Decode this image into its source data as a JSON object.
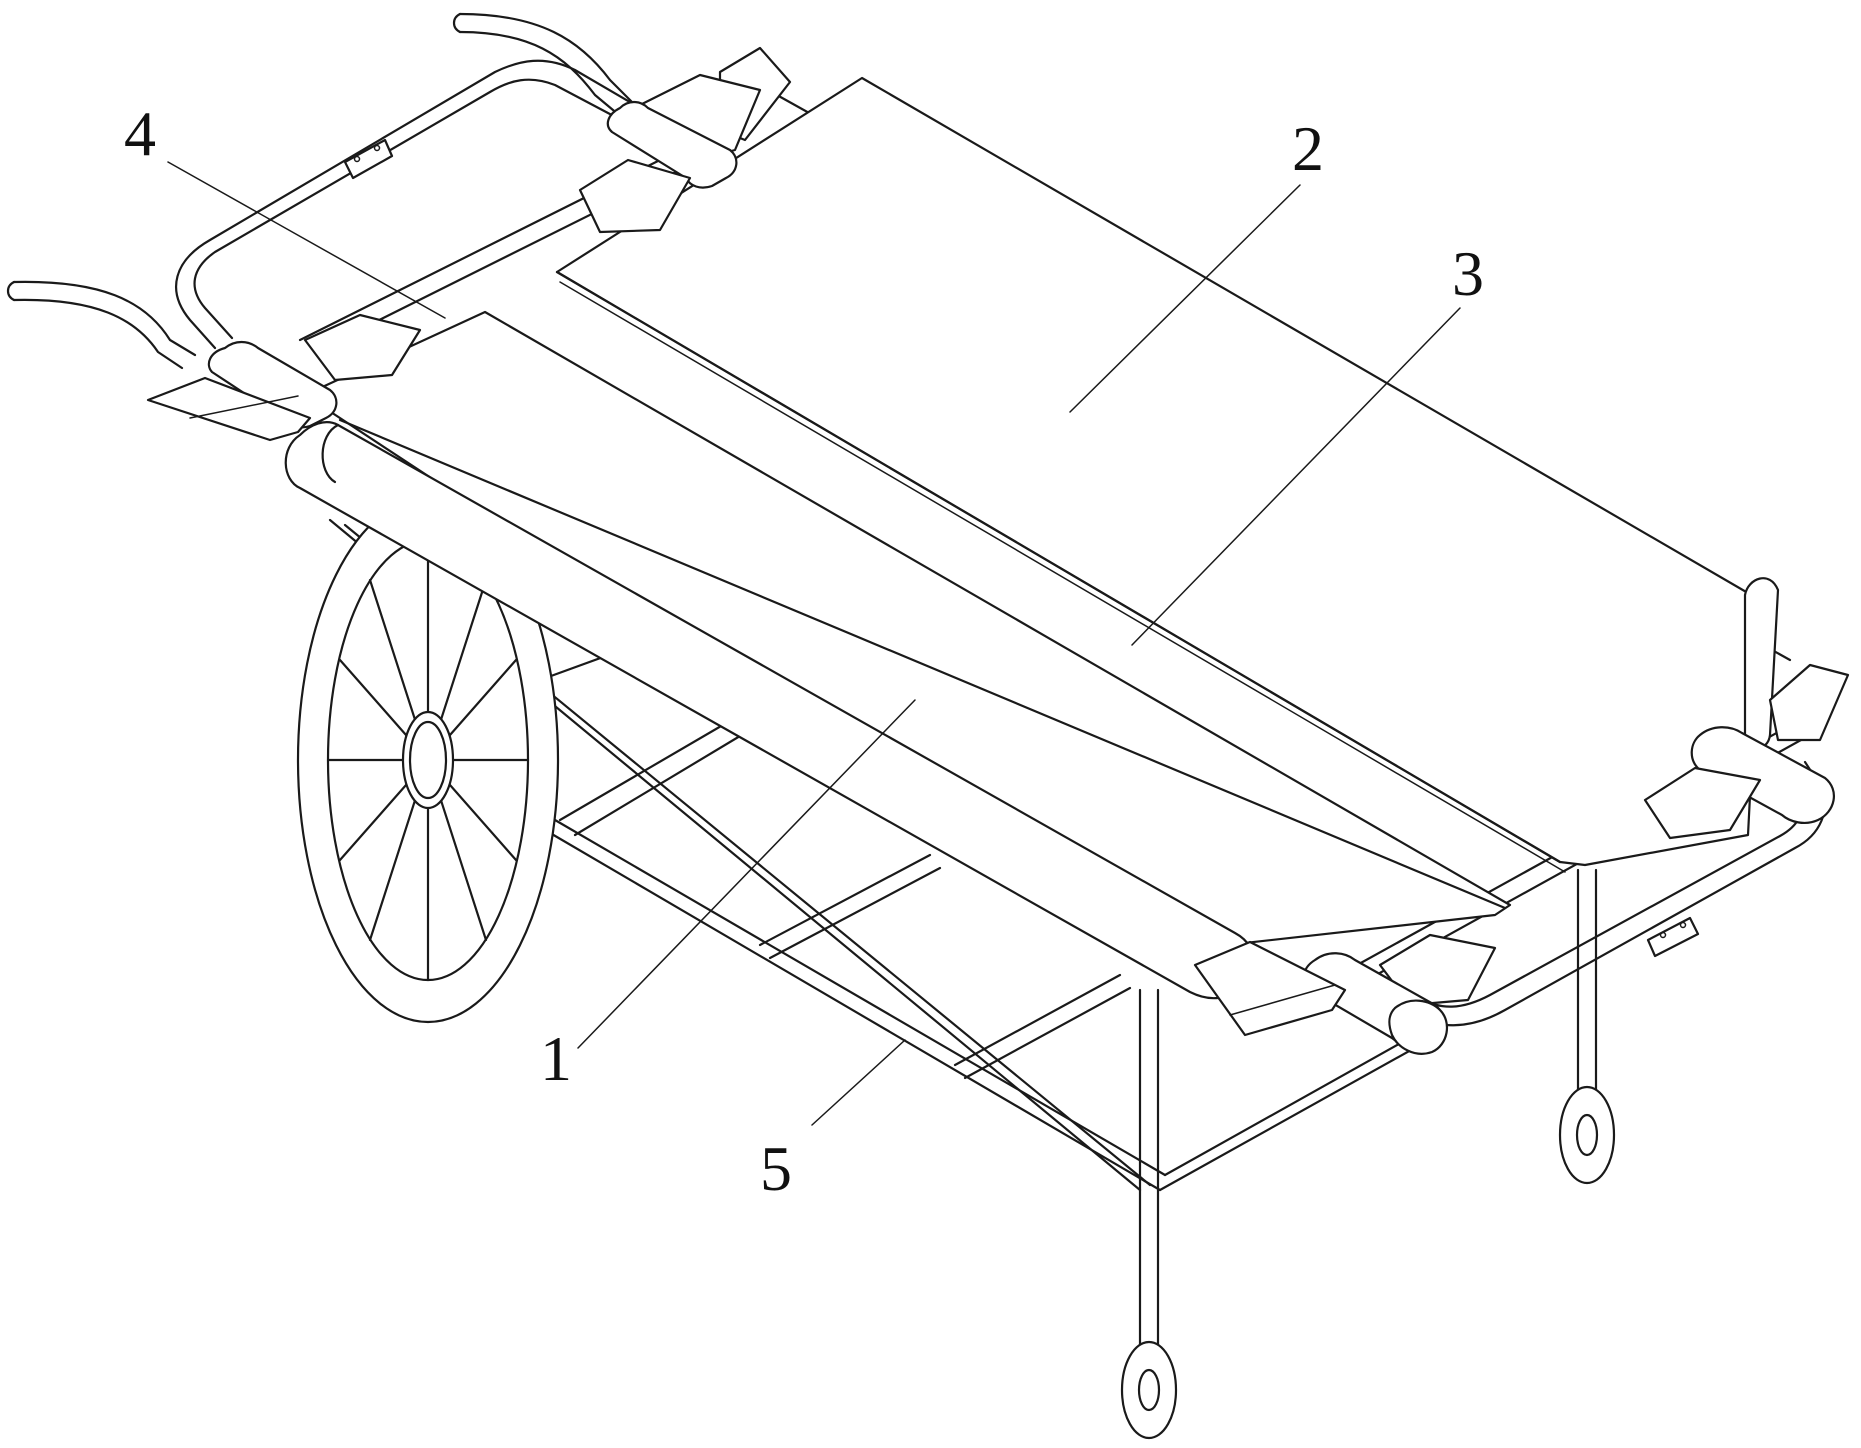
{
  "figure": {
    "callouts": [
      {
        "id": "c1",
        "label": "1"
      },
      {
        "id": "c2",
        "label": "2"
      },
      {
        "id": "c3",
        "label": "3"
      },
      {
        "id": "c4",
        "label": "4"
      },
      {
        "id": "c5",
        "label": "5"
      }
    ]
  }
}
